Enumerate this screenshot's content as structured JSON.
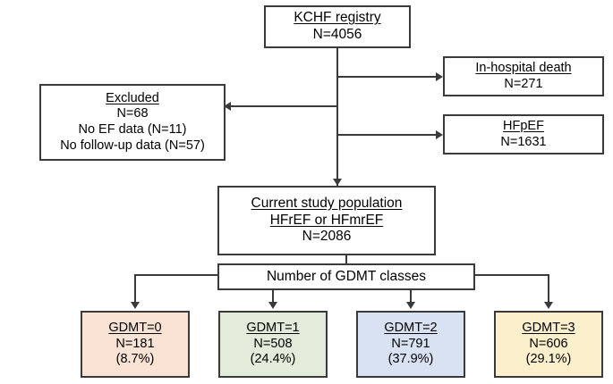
{
  "diagram": {
    "title": "KCHF registry study flow diagram",
    "type": "flowchart",
    "colors": {
      "line": "#3a3a3a",
      "gdmt0_fill": "#f9e3d5",
      "gdmt1_fill": "#e3ecda",
      "gdmt2_fill": "#d9e2f2",
      "gdmt3_fill": "#fcefcc",
      "box_border": "#3a3a3a",
      "background": "#ffffff"
    }
  },
  "nodes": {
    "registry": {
      "title": "KCHF registry",
      "n": "N=4056"
    },
    "inhospital": {
      "title": "In-hospital death",
      "n": "N=271"
    },
    "hfpef": {
      "title": "HFpEF",
      "n": "N=1631"
    },
    "excluded": {
      "title": "Excluded",
      "n": "N=68",
      "reason1": "No EF data (N=11)",
      "reason2": "No follow-up data (N=57)"
    },
    "population": {
      "title": "Current study population",
      "subtitle": "HFrEF or HFmrEF",
      "n": "N=2086"
    },
    "gdmt_classes": {
      "title": "Number of GDMT classes"
    }
  },
  "gdmt_groups": [
    {
      "label": "GDMT=0",
      "n": "N=181",
      "percent": "(8.7%)"
    },
    {
      "label": "GDMT=1",
      "n": "N=508",
      "percent": "(24.4%)"
    },
    {
      "label": "GDMT=2",
      "n": "N=791",
      "percent": "(37.9%)"
    },
    {
      "label": "GDMT=3",
      "n": "N=606",
      "percent": "(29.1%)"
    }
  ]
}
